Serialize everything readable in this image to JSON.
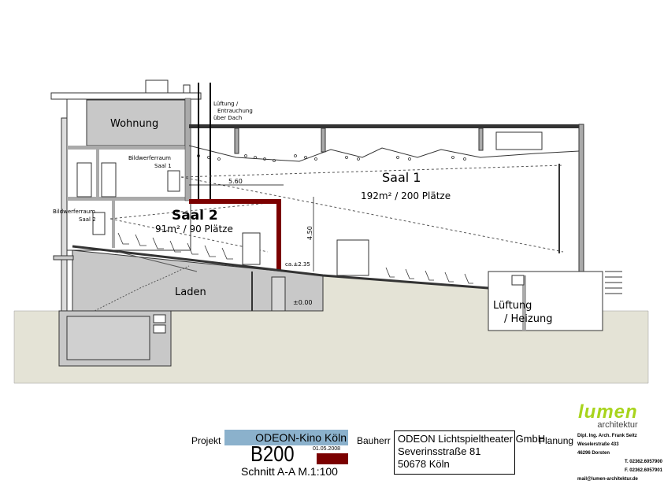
{
  "drawing": {
    "rooms": {
      "wohnung": "Wohnung",
      "projector1_line1": "Bildwerferraum",
      "projector1_line2": "Saal 1",
      "projector2_line1": "Bildwerferraum",
      "projector2_line2": "Saal 2",
      "saal1_name": "Saal 1",
      "saal1_info": "192m² / 200 Plätze",
      "saal2_name": "Saal 2",
      "saal2_info": "91m² / 90 Plätze",
      "laden": "Laden",
      "lueftung_line1": "Lüftung",
      "lueftung_line2": "/ Heizung"
    },
    "notes": {
      "shaft_line1": "Lüftung /",
      "shaft_line2": "Entrauchung",
      "shaft_line3": "über Dach"
    },
    "dimensions": {
      "width_dim": "5.60",
      "height_dim": "4.50",
      "level_saal": "ca.±2.35",
      "level_ground": "±0.00"
    }
  },
  "title_block": {
    "project_label": "Projekt",
    "project_name": "ODEON-Kino Köln",
    "plan_number": "B200",
    "date": "01.05.2008",
    "section": "Schnitt A-A  M.1:100",
    "owner_label": "Bauherr",
    "owner_line1": "ODEON Lichtspieltheater GmbH",
    "owner_line2": "Severinsstraße 81",
    "owner_line3": "50678 Köln",
    "planning_label": "Planung",
    "planner_line1": "Dipl. Ing. Arch. Frank Seitz",
    "planner_line2": "Weselerstraße 433",
    "planner_line3": "46296 Dorsten",
    "planner_phone": "T. 02362.6057900",
    "planner_fax": "F. 02362.6057901",
    "planner_mail": "mail@lumen-architektur.de",
    "logo_word": "lumen",
    "logo_sub": "architektur"
  },
  "colors": {
    "red_wall": "#7b0000",
    "project_bar": "#8bb1cc",
    "logo": "#a8d41c"
  }
}
